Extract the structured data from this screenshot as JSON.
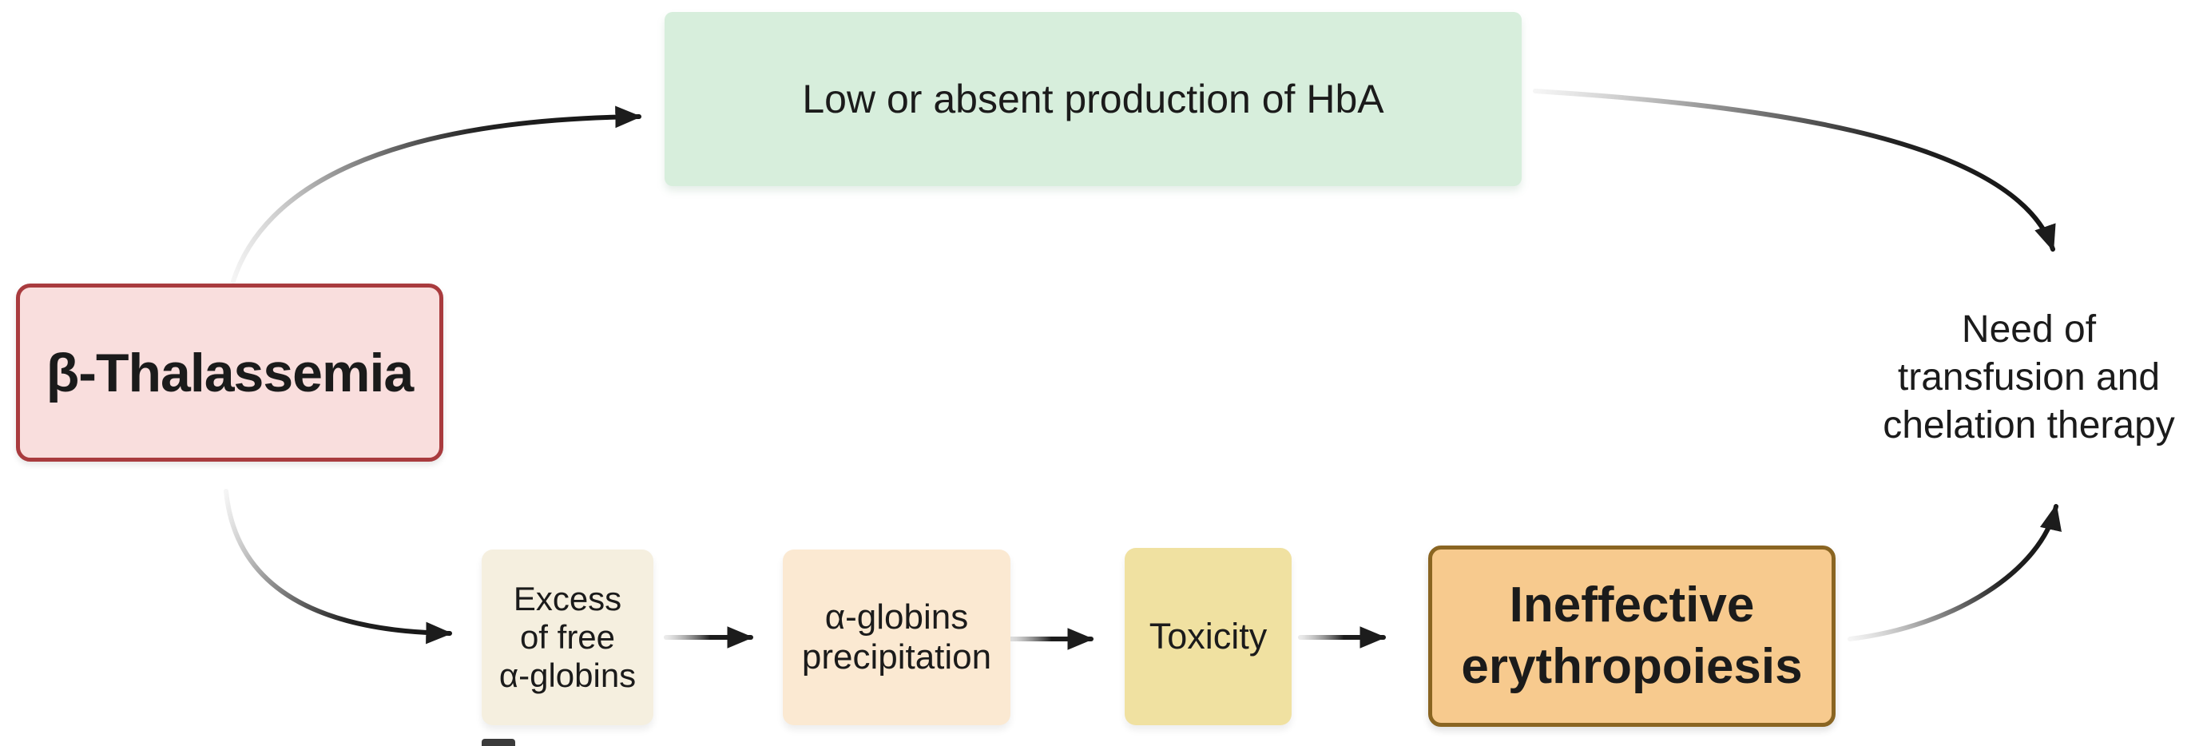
{
  "figure": {
    "type": "flow-diagram",
    "topic": "β-Thalassemia pathophysiology",
    "background_color": "#ffffff",
    "text_color": "#1b1b1b",
    "arrow_color": "#1c1c1c",
    "nodes": {
      "beta_thalassemia": {
        "label": "β-Thalassemia",
        "fill": "#f9dedd",
        "border_color": "#a93b3e",
        "emphasis": "bold"
      },
      "low_hba": {
        "label": "Low or absent production of HbA",
        "fill": "#d7eedc"
      },
      "excess_alpha": {
        "label": "Excess\nof free\nα-globins",
        "fill": "#f5efdf"
      },
      "alpha_precipitation": {
        "label": "α-globins\nprecipitation",
        "fill": "#fbe9d2"
      },
      "toxicity": {
        "label": "Toxicity",
        "fill": "#f0e1a1"
      },
      "ineffective_erythropoiesis": {
        "label": "Ineffective\nerythropoiesis",
        "fill": "#f7ca8e",
        "border_color": "#8a6522",
        "emphasis": "bold"
      },
      "need_transfusion": {
        "label": "Need of\ntransfusion and\nchelation therapy"
      }
    },
    "edges": [
      {
        "from": "beta_thalassemia",
        "to": "low_hba",
        "style": "curved, fades in from gray"
      },
      {
        "from": "low_hba",
        "to": "need_transfusion",
        "style": "curved, fades in from gray"
      },
      {
        "from": "beta_thalassemia",
        "to": "excess_alpha",
        "style": "curved, fades in from gray"
      },
      {
        "from": "excess_alpha",
        "to": "alpha_precipitation",
        "style": "straight"
      },
      {
        "from": "alpha_precipitation",
        "to": "toxicity",
        "style": "straight"
      },
      {
        "from": "toxicity",
        "to": "ineffective_erythropoiesis",
        "style": "straight"
      },
      {
        "from": "ineffective_erythropoiesis",
        "to": "need_transfusion",
        "style": "curved, fades in from gray"
      }
    ]
  }
}
